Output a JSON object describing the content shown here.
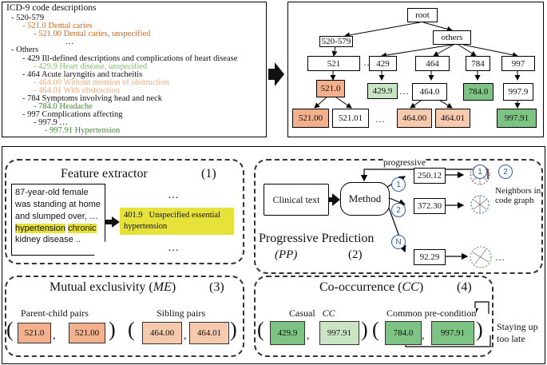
{
  "icd": {
    "title": "ICD-9 code descriptions",
    "lines": [
      {
        "text": "-  520-579",
        "color": "#111"
      },
      {
        "text": "-  521.0 Dental caries",
        "color": "#d2691e"
      },
      {
        "text": "-  521.00 Dental caries, unspecified",
        "color": "#d2691e"
      },
      {
        "text": "…",
        "color": "#111"
      },
      {
        "text": "-  Others",
        "color": "#111"
      },
      {
        "text": "-  429 Ill-defined descriptions and complications of heart disease",
        "color": "#111"
      },
      {
        "text": "-  429.9 Heart disease, unspecified",
        "color": "#7cbf6a"
      },
      {
        "text": "-  464 Acute laryngitis and tracheitis",
        "color": "#111"
      },
      {
        "text": "-  464.00 Without mention of obstruction",
        "color": "#f2a97e"
      },
      {
        "text": "-  464.01 With obstruction",
        "color": "#f2a97e"
      },
      {
        "text": "-  784 Symptoms involving head and neck",
        "color": "#111"
      },
      {
        "text": "-  784.0 Headache",
        "color": "#3d8c2e"
      },
      {
        "text": "-  997 Complications affecting",
        "color": "#111"
      },
      {
        "text": "-  997.9 …",
        "color": "#111"
      },
      {
        "text": "-  997.91 Hypertension",
        "color": "#3d8c2e"
      }
    ]
  },
  "tree": {
    "root": "root",
    "l1": [
      "520-579",
      "others"
    ],
    "l2": [
      "521",
      "429",
      "464",
      "784",
      "997"
    ],
    "l3": [
      "521.0",
      "429.9",
      "464.0",
      "784.0",
      "997.9"
    ],
    "l4": [
      "521.00",
      "521.01",
      "464.00",
      "464.01",
      "997.91"
    ],
    "dots": "…"
  },
  "feature": {
    "title": "Feature extractor",
    "num": "(1)",
    "note_pre": "87-year-old female was standing at home and slumped over, …",
    "hl1": "hypertension",
    "hl2": "chronic",
    "note_post": "kidney disease ..",
    "code": "401.9",
    "code_desc": "Unspecified essential hypertension",
    "dots_top": "…",
    "dots_bot": "…"
  },
  "pp": {
    "progressive": "progressive",
    "clinical": "Clinical text",
    "method": "Method",
    "title": "Progressive Prediction",
    "abbr": "(PP)",
    "num": "(2)",
    "values": [
      "250.12",
      "372.30",
      "92.29"
    ],
    "circles": [
      "1",
      "2",
      "N",
      "1",
      "2"
    ],
    "neighbors": "Neighbors in code graph",
    "dots": "…"
  },
  "me": {
    "title_pre": "Mutual exclusivity (",
    "title_abbr": "ME",
    "title_post": ")",
    "num": "(3)",
    "parent_label": "Parent-child pairs",
    "sibling_label": "Sibling pairs",
    "parent": [
      "521.0",
      "521.00"
    ],
    "sibling": [
      "464.00",
      "464.01"
    ]
  },
  "cc": {
    "title_pre": "Co-occurrence (",
    "title_abbr": "CC",
    "title_post": ")",
    "num": "(4)",
    "casual_label": "Casual",
    "casual_abbr": "CC",
    "common_label": "Common pre-condition",
    "casual": [
      "429.9",
      "997.91"
    ],
    "common": [
      "784.0",
      "997.91"
    ],
    "staying": "Staying up too late"
  }
}
